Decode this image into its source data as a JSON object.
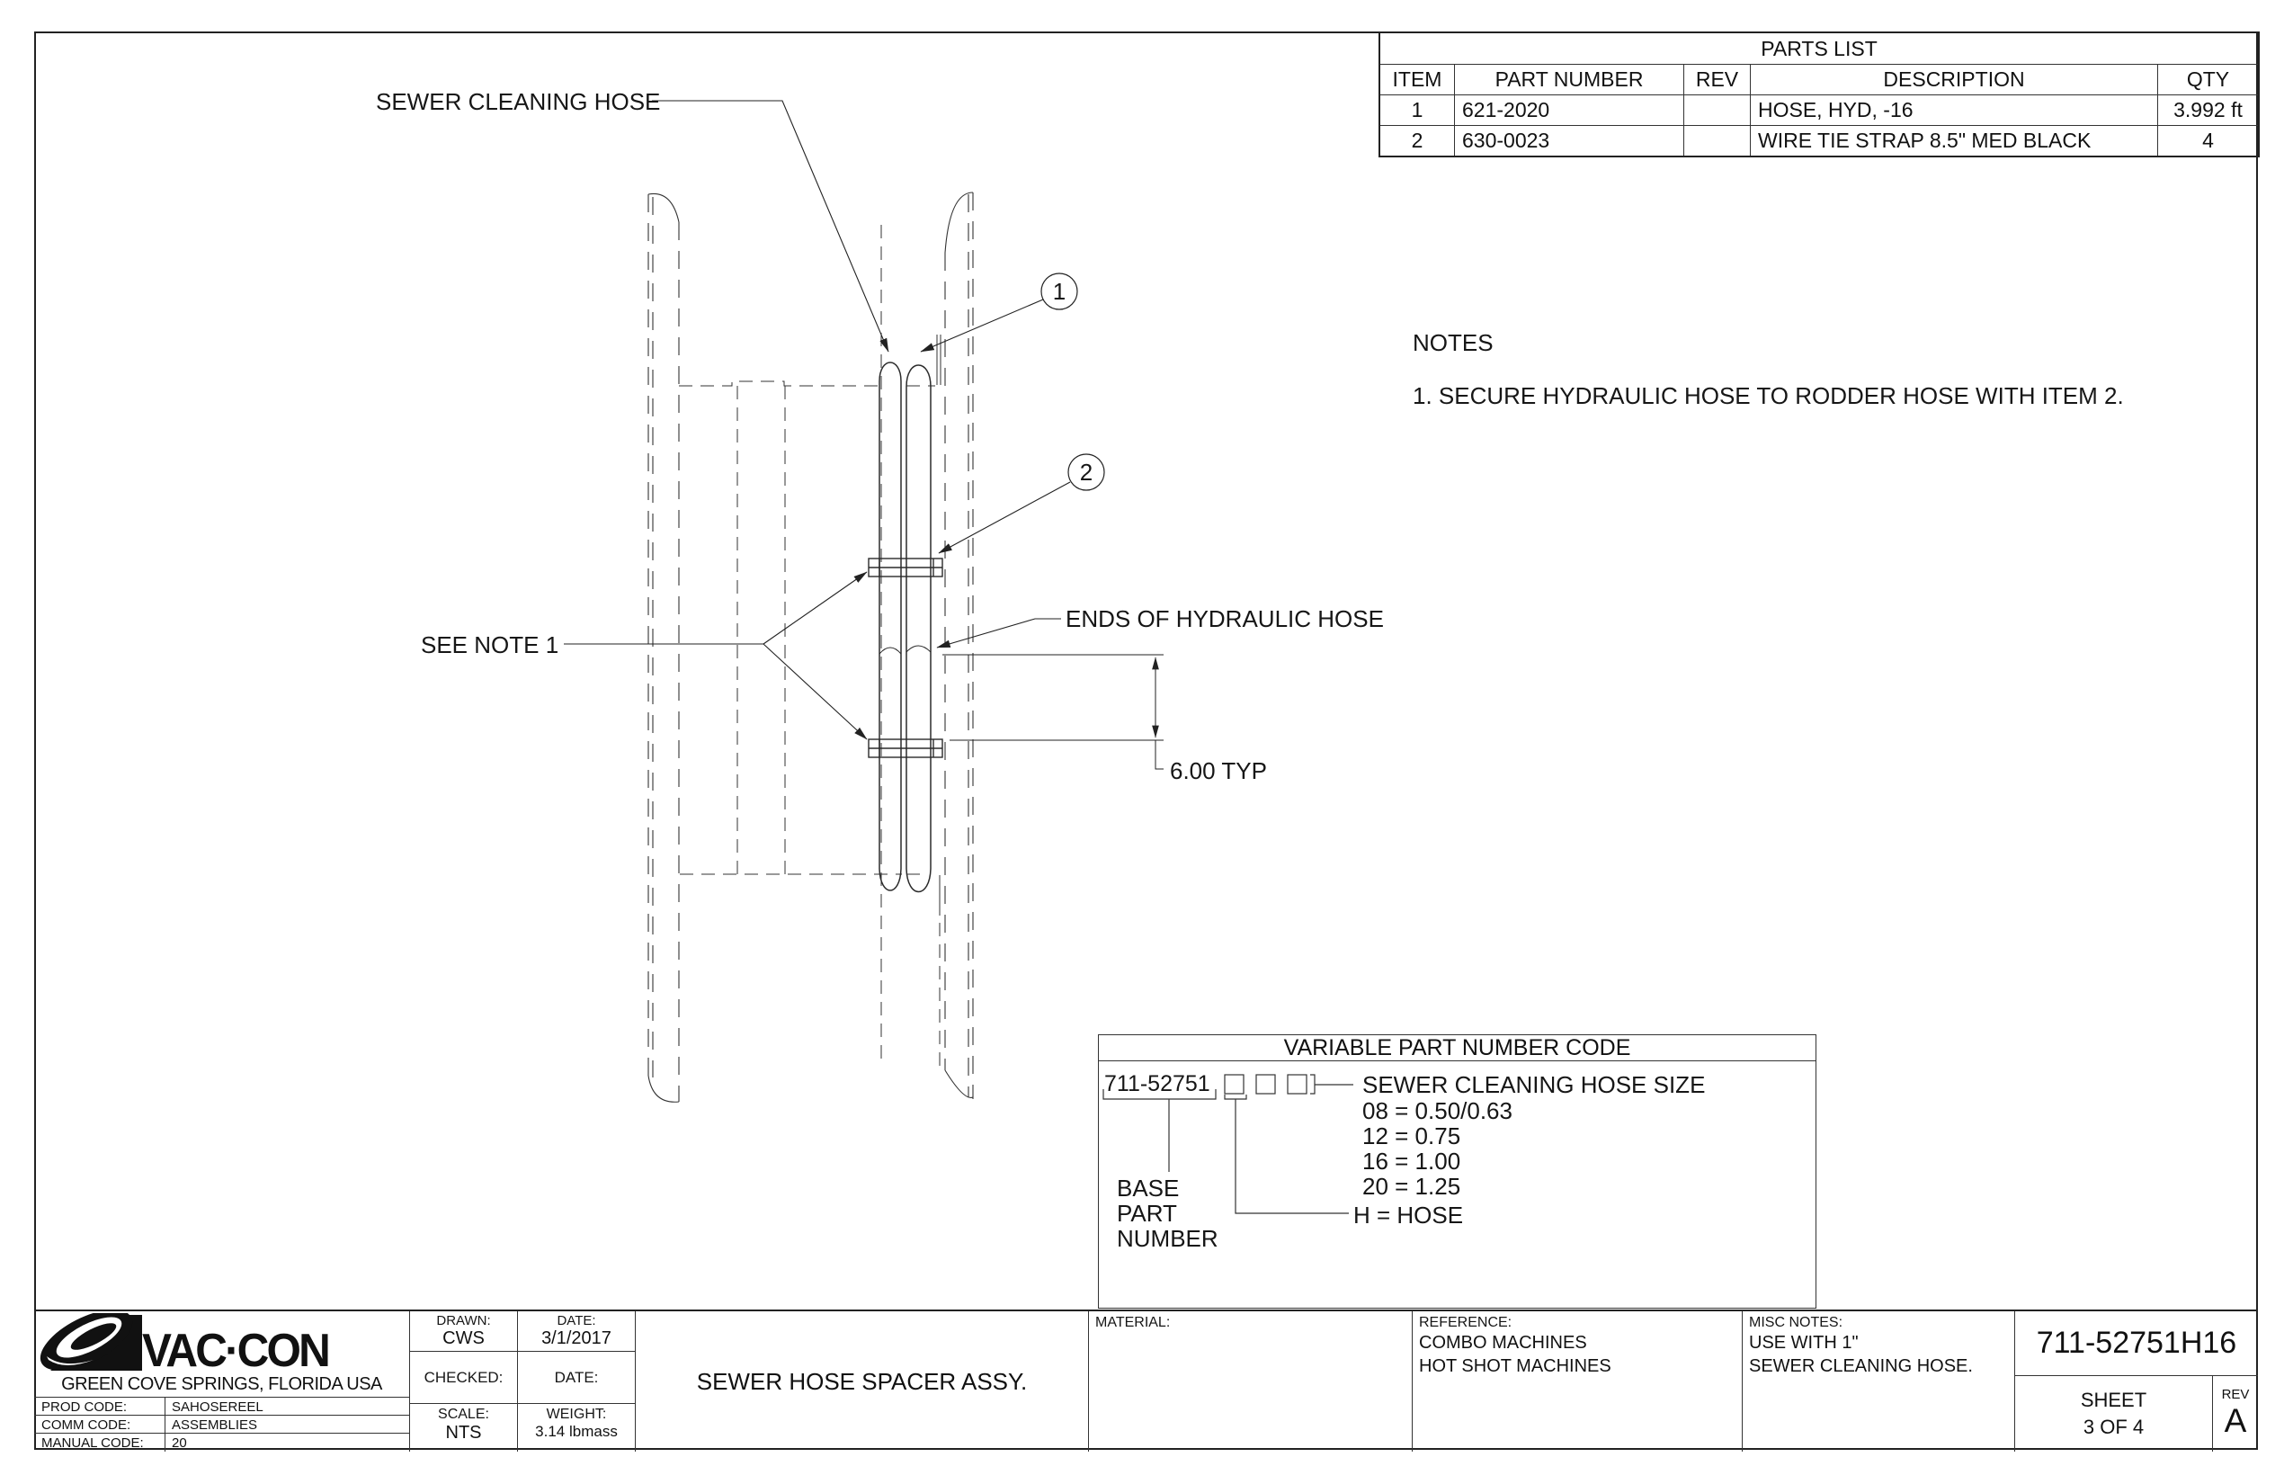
{
  "drawing": {
    "label_sewer_hose": "SEWER CLEANING HOSE",
    "label_see_note": "SEE NOTE 1",
    "label_ends": "ENDS OF HYDRAULIC HOSE",
    "label_dim": "6.00 TYP",
    "balloon_1": "1",
    "balloon_2": "2"
  },
  "parts_list": {
    "title": "PARTS LIST",
    "columns": [
      "ITEM",
      "PART NUMBER",
      "REV",
      "DESCRIPTION",
      "QTY"
    ],
    "rows": [
      {
        "item": "1",
        "part_number": "621-2020",
        "rev": "",
        "description": "HOSE, HYD, -16",
        "qty": "3.992 ft"
      },
      {
        "item": "2",
        "part_number": "630-0023",
        "rev": "",
        "description": "WIRE TIE STRAP 8.5\" MED BLACK",
        "qty": "4"
      }
    ]
  },
  "notes": {
    "heading": "NOTES",
    "item_1": "1.  SECURE HYDRAULIC HOSE TO RODDER HOSE WITH ITEM 2."
  },
  "variable_code": {
    "title": "VARIABLE PART NUMBER CODE",
    "base_number": "711-52751",
    "size_heading": "SEWER CLEANING HOSE SIZE",
    "size_1": "08 = 0.50/0.63",
    "size_2": "12 = 0.75",
    "size_3": "16 = 1.00",
    "size_4": "20 = 1.25",
    "hose_code": "H = HOSE",
    "base_line_1": "BASE",
    "base_line_2": "PART",
    "base_line_3": "NUMBER"
  },
  "title_block": {
    "logo_text": "VAC·CON",
    "location": "GREEN COVE SPRINGS, FLORIDA USA",
    "codes": [
      {
        "label": "PROD CODE:",
        "value": "SAHOSEREEL"
      },
      {
        "label": "COMM CODE:",
        "value": "ASSEMBLIES"
      },
      {
        "label": "MANUAL CODE:",
        "value": "20"
      }
    ],
    "drawn_label": "DRAWN:",
    "drawn_value": "CWS",
    "date_label": "DATE:",
    "date_value": "3/1/2017",
    "checked_label": "CHECKED:",
    "scale_label": "SCALE:",
    "scale_value": "NTS",
    "weight_label": "WEIGHT:",
    "weight_value": "3.14 lbmass",
    "drawing_title": "SEWER HOSE SPACER ASSY.",
    "material_label": "MATERIAL:",
    "reference_label": "REFERENCE:",
    "reference_line_1": "COMBO MACHINES",
    "reference_line_2": "HOT SHOT MACHINES",
    "misc_label": "MISC NOTES:",
    "misc_line_1": "USE WITH 1\"",
    "misc_line_2": "SEWER CLEANING HOSE.",
    "part_number": "711-52751H16",
    "sheet_label": "SHEET",
    "sheet_value": "3  OF 4",
    "rev_label": "REV",
    "rev_value": "A"
  }
}
